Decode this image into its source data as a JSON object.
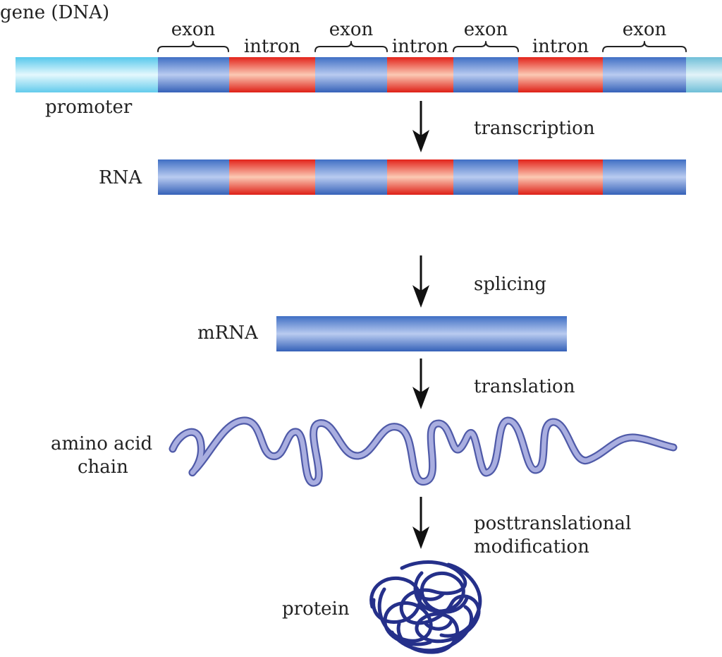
{
  "gene_label": "gene (DNA)",
  "promoter_label": "promoter",
  "segment_labels": [
    "exon",
    "intron",
    "exon",
    "intron",
    "exon",
    "intron",
    "exon"
  ],
  "rna_label": "RNA",
  "mrna_label": "mRNA",
  "amino_acid_label_line1": "amino acid",
  "amino_acid_label_line2": "chain",
  "protein_label": "protein",
  "steps": {
    "transcription": "transcription",
    "splicing": "splicing",
    "translation": "translation",
    "posttranslational_line1": "posttranslational",
    "posttranslational_line2": "modification"
  },
  "colors": {
    "exon": "#3f6fc4",
    "exon_highlight": "#b9cbf0",
    "intron": "#e2231a",
    "intron_highlight": "#fbc9b4",
    "promoter": "#56c8ec",
    "promoter_highlight": "#e4f8fd",
    "amino_chain": "#a9aee0",
    "amino_chain_outline": "#4f5aa8",
    "protein": "#25308a",
    "arrow": "#111111"
  }
}
